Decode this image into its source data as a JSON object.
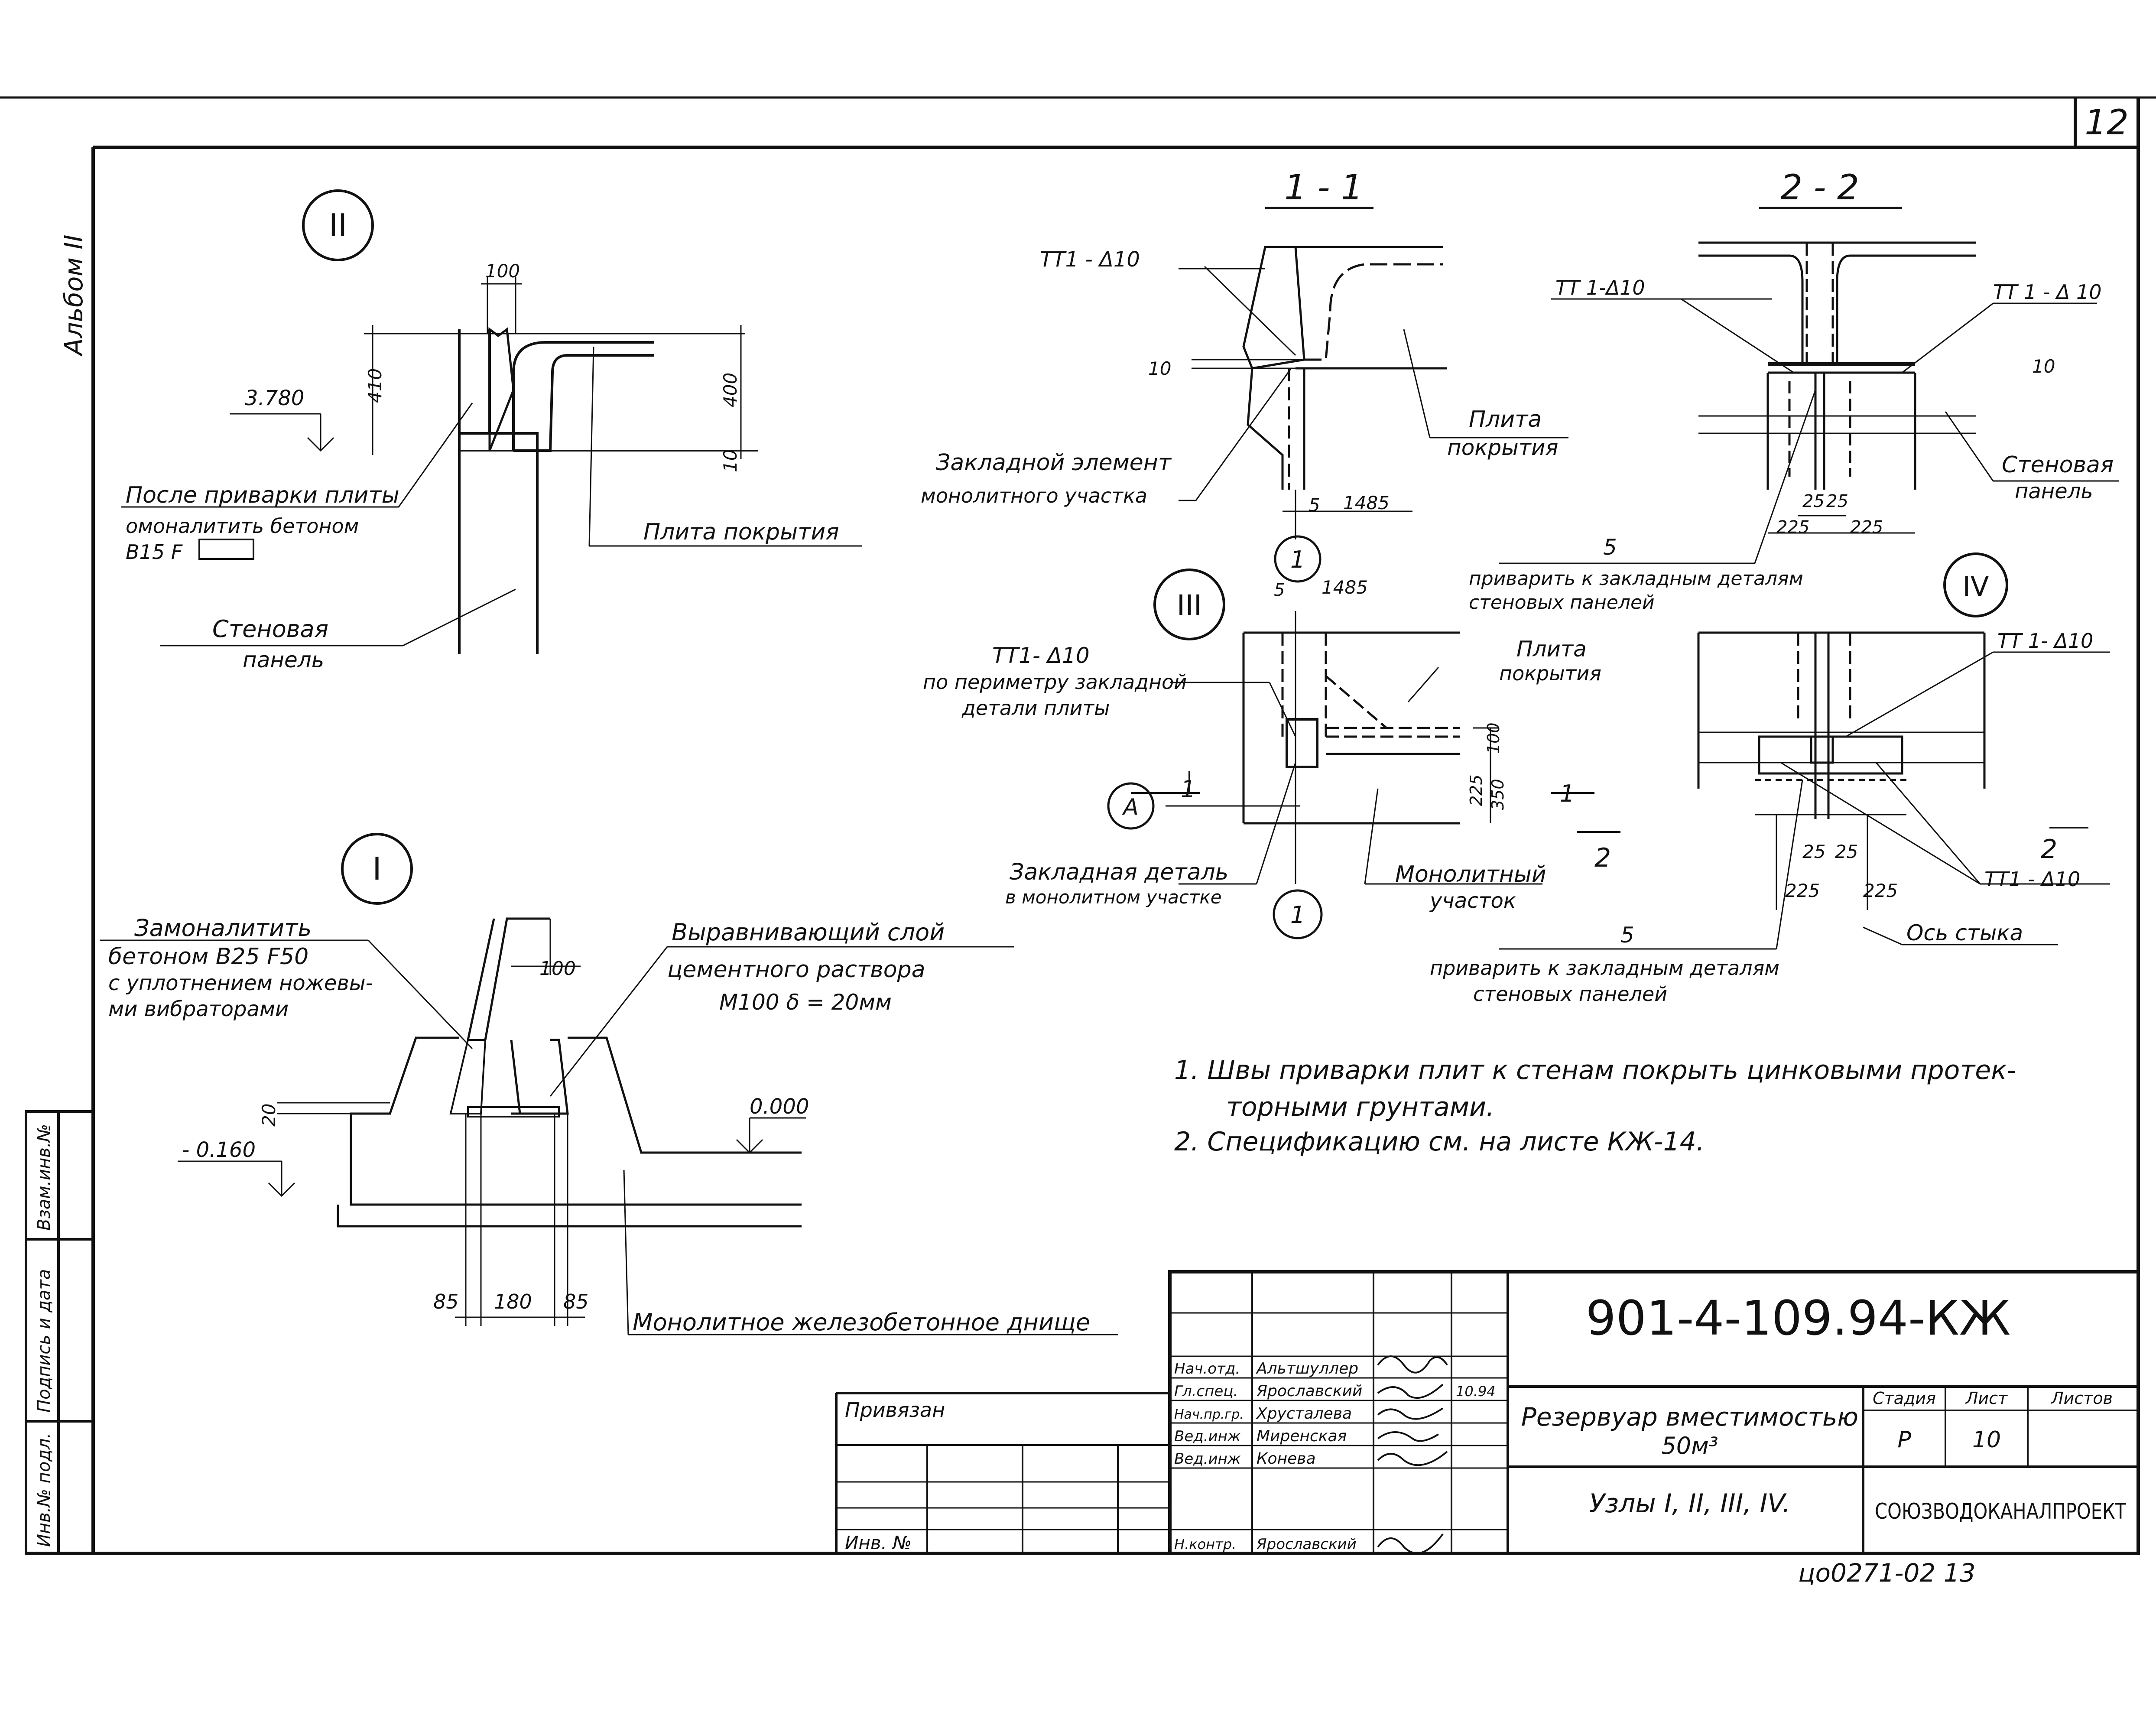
{
  "sheet": {
    "number": "12",
    "album_label": "Альбом II",
    "stamp_note": "цо0271-02  13"
  },
  "node_ii": {
    "marker": "II",
    "dim_100": "100",
    "dim_410": "410",
    "dim_400": "400",
    "dim_10": "10",
    "level": "3.780",
    "note_line1": "После приварки плиты",
    "note_line2": "омоналитить бетоном",
    "note_line3": "B15 F",
    "slab_label": "Плита покрытия",
    "wall_label_1": "Стеновая",
    "wall_label_2": "панель"
  },
  "section_1_1": {
    "title": "1 - 1",
    "weld": "ТТ1 - Δ10",
    "dim_10": "10",
    "dim_5": "5",
    "dim_1485": "1485",
    "slab_label_1": "Плита",
    "slab_label_2": "покрытия",
    "embed_label_1": "Закладной элемент",
    "embed_label_2": "монолитного участка",
    "axis_marker": "1"
  },
  "section_2_2": {
    "title": "2 - 2",
    "weld_left": "ТТ 1-Δ10",
    "weld_right": "ТТ 1 - Δ 10",
    "dim_10": "10",
    "dim_25a": "25",
    "dim_25b": "25",
    "dim_225a": "225",
    "dim_225b": "225",
    "wall_label_1": "Стеновая",
    "wall_label_2": "панель",
    "ref_5": "5",
    "weld_note_1": "приварить к закладным деталям",
    "weld_note_2": "стеновых панелей"
  },
  "node_iii": {
    "marker": "III",
    "dim_5": "5",
    "dim_1485": "1485",
    "weld": "ТТ1- Δ10",
    "weld_note_1": "по периметру закладной",
    "weld_note_2": "детали плиты",
    "slab_label_1": "Плита",
    "slab_label_2": "покрытия",
    "dim_100": "100",
    "dim_225": "225",
    "dim_350": "350",
    "cut_1": "1",
    "axis_a": "А",
    "axis_1_bottom": "1",
    "embed_label_1": "Закладная деталь",
    "embed_label_2": "в монолитном участке",
    "mono_label_1": "Монолитный",
    "mono_label_2": "участок",
    "cut_2": "2"
  },
  "node_iv": {
    "marker": "IV",
    "weld_top": "ТТ 1- Δ10",
    "dim_25a": "25",
    "dim_25b": "25",
    "dim_225a": "225",
    "dim_225b": "225",
    "cut_2": "2",
    "weld_bottom": "ТТ1 - Δ10",
    "ref_5": "5",
    "axis_label": "Ось стыка",
    "weld_note_1": "приварить к закладным деталям",
    "weld_note_2": "стеновых панелей"
  },
  "node_i": {
    "marker": "I",
    "fill_note_1": "Замоналитить",
    "fill_note_2": "бетоном В25 F50",
    "fill_note_3": "с уплотнением ножевы-",
    "fill_note_4": "ми вибраторами",
    "layer_note_1": "Выравнивающий слой",
    "layer_note_2": "цементного раствора",
    "layer_note_3": "М100   δ = 20мм",
    "dim_100": "100",
    "dim_20": "20",
    "level_0": "0.000",
    "level_neg": "- 0.160",
    "dim_85a": "85",
    "dim_180": "180",
    "dim_85b": "85",
    "bottom_label": "Монолитное железобетонное днище"
  },
  "notes": [
    "1. Швы приварки плит к стенам покрыть цинковыми протек-",
    "торными грунтами.",
    "2. Спецификацию см. на листе КЖ-14."
  ],
  "side_columns": [
    "Инв.№ подл.",
    "Подпись и дата",
    "Взам.инв.№"
  ],
  "title_block": {
    "doc_code": "901-4-109.94-КЖ",
    "privyazan": "Привязан",
    "inv": "Инв. №",
    "rows": [
      {
        "role": "Нач.отд.",
        "name": "Альтшуллер"
      },
      {
        "role": "Гл.спец.",
        "name": "Ярославский"
      },
      {
        "role": "Нач.пр.гр.",
        "name": "Хрусталева"
      },
      {
        "role": "Вед.инж",
        "name": "Миренская"
      },
      {
        "role": "Вед.инж",
        "name": "Конева"
      },
      {
        "role": "Н.контр.",
        "name": "Ярославский"
      }
    ],
    "date_mark": "10.94",
    "object_line1": "Резервуар вместимостью",
    "object_line2": "50м³",
    "sheet_title": "Узлы I, II, III, IV.",
    "stage_hdr": "Стадия",
    "sheet_hdr": "Лист",
    "sheets_hdr": "Листов",
    "stage_val": "Р",
    "sheet_val": "10",
    "org": "СОЮЗВОДОКАНАЛПРОЕКТ"
  }
}
